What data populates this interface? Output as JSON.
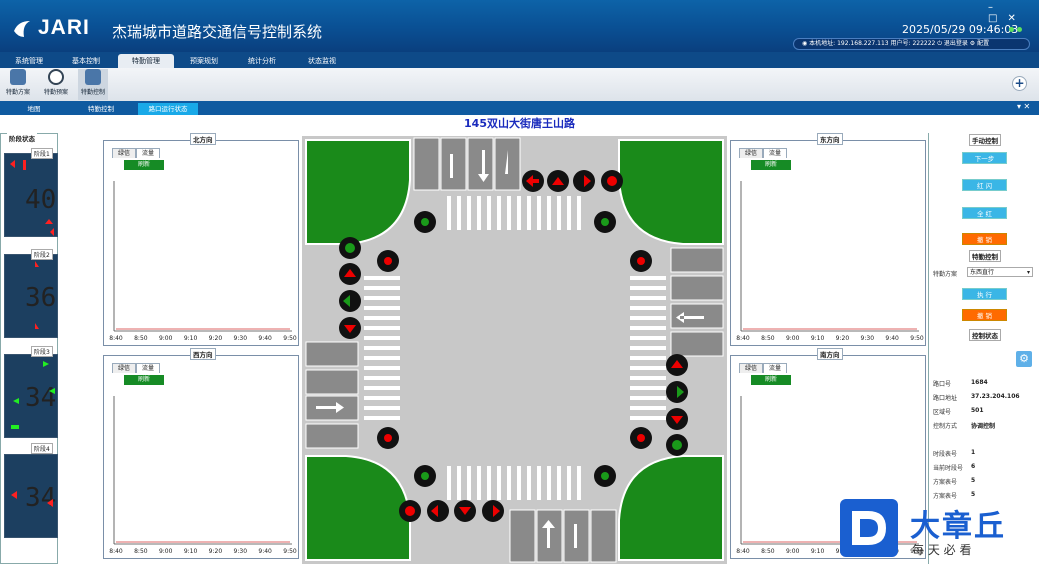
{
  "app": {
    "logo": "JARI",
    "title": "杰瑞城市道路交通信号控制系统",
    "datetime": "2025/05/29 09:46:03",
    "info_bar": "◉ 本机地址: 192.168.227.113  用户号: 222222  ⏻ 退出登录  ⚙ 配置"
  },
  "menu": [
    "系统管理",
    "基本控制",
    "特勤管理",
    "预案规划",
    "统计分析",
    "状态监视"
  ],
  "toolbar": [
    "特勤方案",
    "特勤预案",
    "特勤控制"
  ],
  "tabs": [
    "地图",
    "特勤控制",
    "路口运行状态"
  ],
  "headline": "145双山大街唐王山路",
  "left": {
    "title": "阶段状态",
    "phases": [
      {
        "label": "阶段1",
        "value": "40",
        "color": "#ff2020"
      },
      {
        "label": "阶段2",
        "value": "36",
        "color": "#ff2020"
      },
      {
        "label": "阶段3",
        "value": "34",
        "color": "#22ee22"
      },
      {
        "label": "阶段4",
        "value": "34",
        "color": "#ff2020"
      }
    ]
  },
  "charts": {
    "tab_a": "绿信",
    "tab_b": "流量",
    "refresh": "刷新",
    "x_ticks": [
      "8:40",
      "8:50",
      "9:00",
      "9:10",
      "9:20",
      "9:30",
      "9:40",
      "9:50"
    ],
    "titles": {
      "north": "北方向",
      "east": "东方向",
      "west": "西方向",
      "south": "南方向"
    }
  },
  "chart_data": [
    {
      "type": "line",
      "title": "北方向",
      "x": [
        "8:40",
        "8:50",
        "9:00",
        "9:10",
        "9:20",
        "9:30",
        "9:40",
        "9:50"
      ],
      "series": [
        {
          "values": [
            0,
            0,
            0,
            0,
            0,
            0,
            0,
            0
          ]
        }
      ]
    },
    {
      "type": "line",
      "title": "东方向",
      "x": [
        "8:40",
        "8:50",
        "9:00",
        "9:10",
        "9:20",
        "9:30",
        "9:40",
        "9:50"
      ],
      "series": [
        {
          "values": [
            0,
            0,
            0,
            0,
            0,
            0,
            0,
            0
          ]
        }
      ]
    },
    {
      "type": "line",
      "title": "西方向",
      "x": [
        "8:40",
        "8:50",
        "9:00",
        "9:10",
        "9:20",
        "9:30",
        "9:40",
        "9:50"
      ],
      "series": [
        {
          "values": [
            0,
            0,
            0,
            0,
            0,
            0,
            0,
            0
          ]
        }
      ]
    },
    {
      "type": "line",
      "title": "南方向",
      "x": [
        "8:40",
        "8:50",
        "9:00",
        "9:10",
        "9:20",
        "9:30",
        "9:40",
        "9:50"
      ],
      "series": [
        {
          "values": [
            0,
            0,
            0,
            0,
            0,
            0,
            0,
            0
          ]
        }
      ]
    }
  ],
  "right": {
    "manual_title": "手动控制",
    "manual_buttons": [
      "下一步",
      "红 闪",
      "全 红",
      "撤 销"
    ],
    "special_title": "特勤控制",
    "special_label": "特勤方案",
    "special_value": "东西直行",
    "special_buttons": [
      "执 行",
      "撤 销"
    ],
    "status_title": "控制状态",
    "status": [
      {
        "label": "路口号",
        "value": "1684"
      },
      {
        "label": "路口地址",
        "value": "37.23.204.106"
      },
      {
        "label": "区域号",
        "value": "501"
      },
      {
        "label": "控制方式",
        "value": "协调控制"
      },
      {
        "label": "时段表号",
        "value": "1"
      },
      {
        "label": "当前时段号",
        "value": "6"
      },
      {
        "label": "方案表号",
        "value": "5"
      },
      {
        "label": "方案表号",
        "value": "5"
      }
    ]
  },
  "watermark": {
    "brand": "大章丘",
    "slogan": "每 天 必 看"
  },
  "colors": {
    "red": "#e00000",
    "green": "#1a9a1a",
    "accent": "#1a2bbd",
    "orange": "#ff6a00"
  }
}
